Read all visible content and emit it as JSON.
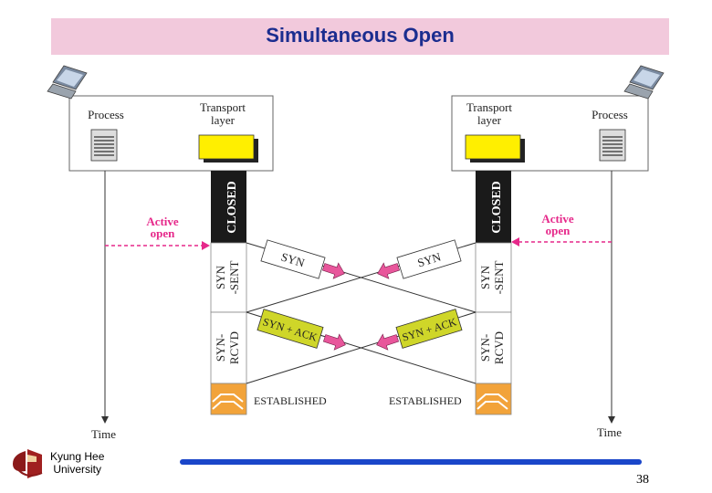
{
  "title": "Simultaneous Open",
  "left_host": {
    "process_label": "Process",
    "transport_label": "Transport\nlayer"
  },
  "right_host": {
    "process_label": "Process",
    "transport_label": "Transport\nlayer"
  },
  "states": {
    "closed": "CLOSED",
    "syn_sent_1": "SYN",
    "syn_sent_2": "-SENT",
    "syn_rcvd_1": "SYN-",
    "syn_rcvd_2": "RCVD"
  },
  "segments": {
    "syn": "SYN",
    "syn_ack": "SYN + ACK"
  },
  "active_open": {
    "line1": "Active",
    "line2": "open"
  },
  "established": "ESTABLISHED",
  "time_label": "Time",
  "university": {
    "line1": "Kyung Hee",
    "line2": "University"
  },
  "page_number": "38",
  "colors": {
    "title_band": "#f2c9dc",
    "title_text": "#1b2d8f",
    "active_open": "#e6288a",
    "transport_box": "#ffef00",
    "syn_ack_box": "#cfd629",
    "established_box": "#f2a33a",
    "arrow_fill": "#e8569b",
    "footer_bar": "#1a46c9",
    "logo": "#8b1a1a"
  }
}
